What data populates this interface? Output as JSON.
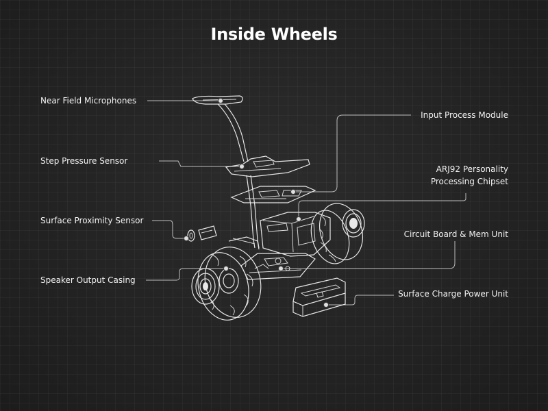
{
  "title": "Inside Wheels",
  "labels": {
    "near_field_microphones": "Near Field Microphones",
    "step_pressure_sensor": "Step Pressure Sensor",
    "surface_proximity_sensor": "Surface Proximity Sensor",
    "speaker_output_casing": "Speaker Output Casing",
    "input_process_module": "Input Process Module",
    "arj92_line1": "ARJ92  Personality",
    "arj92_line2": "Processing Chipset",
    "circuit_board": "Circuit Board & Mem Unit",
    "surface_charge": "Surface Charge Power Unit"
  }
}
